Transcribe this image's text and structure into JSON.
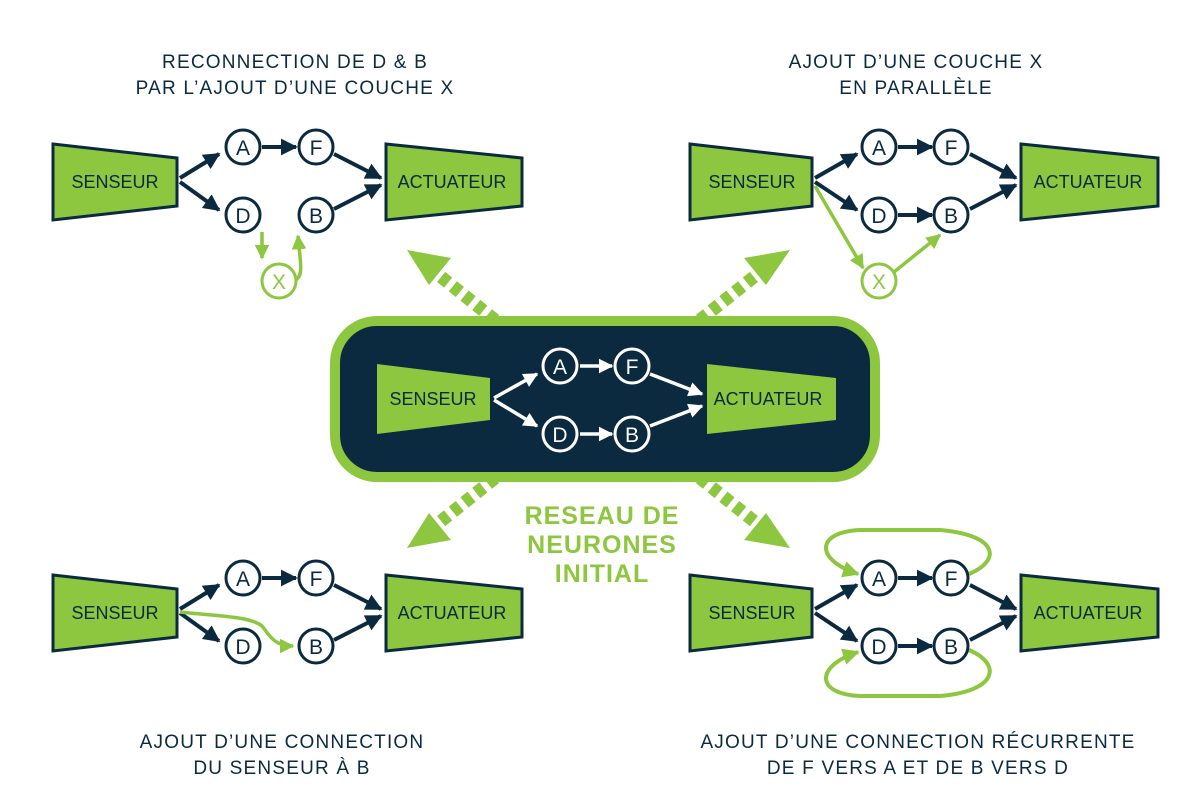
{
  "colors": {
    "navy": "#0b2a40",
    "green": "#8dc63f",
    "white": "#ffffff"
  },
  "center": {
    "title_lines": [
      "RESEAU DE",
      "NEURONES",
      "INITIAL"
    ],
    "sensor": "SENSEUR",
    "actuator": "ACTUATEUR",
    "nodes": {
      "a": "A",
      "f": "F",
      "d": "D",
      "b": "B"
    }
  },
  "top_left": {
    "caption_lines": [
      "RECONNECTION DE D & B",
      "PAR L’AJOUT D’UNE COUCHE X"
    ],
    "sensor": "SENSEUR",
    "actuator": "ACTUATEUR",
    "nodes": {
      "a": "A",
      "f": "F",
      "d": "D",
      "b": "B",
      "x": "X"
    }
  },
  "top_right": {
    "caption_lines": [
      "AJOUT D’UNE COUCHE X",
      "EN PARALLÈLE"
    ],
    "sensor": "SENSEUR",
    "actuator": "ACTUATEUR",
    "nodes": {
      "a": "A",
      "f": "F",
      "d": "D",
      "b": "B",
      "x": "X"
    }
  },
  "bottom_left": {
    "caption_lines": [
      "AJOUT D’UNE CONNECTION",
      "DU SENSEUR À B"
    ],
    "sensor": "SENSEUR",
    "actuator": "ACTUATEUR",
    "nodes": {
      "a": "A",
      "f": "F",
      "d": "D",
      "b": "B"
    }
  },
  "bottom_right": {
    "caption_lines": [
      "AJOUT D’UNE CONNECTION RÉCURRENTE",
      "DE F VERS A ET DE B VERS D"
    ],
    "sensor": "SENSEUR",
    "actuator": "ACTUATEUR",
    "nodes": {
      "a": "A",
      "f": "F",
      "d": "D",
      "b": "B"
    }
  }
}
